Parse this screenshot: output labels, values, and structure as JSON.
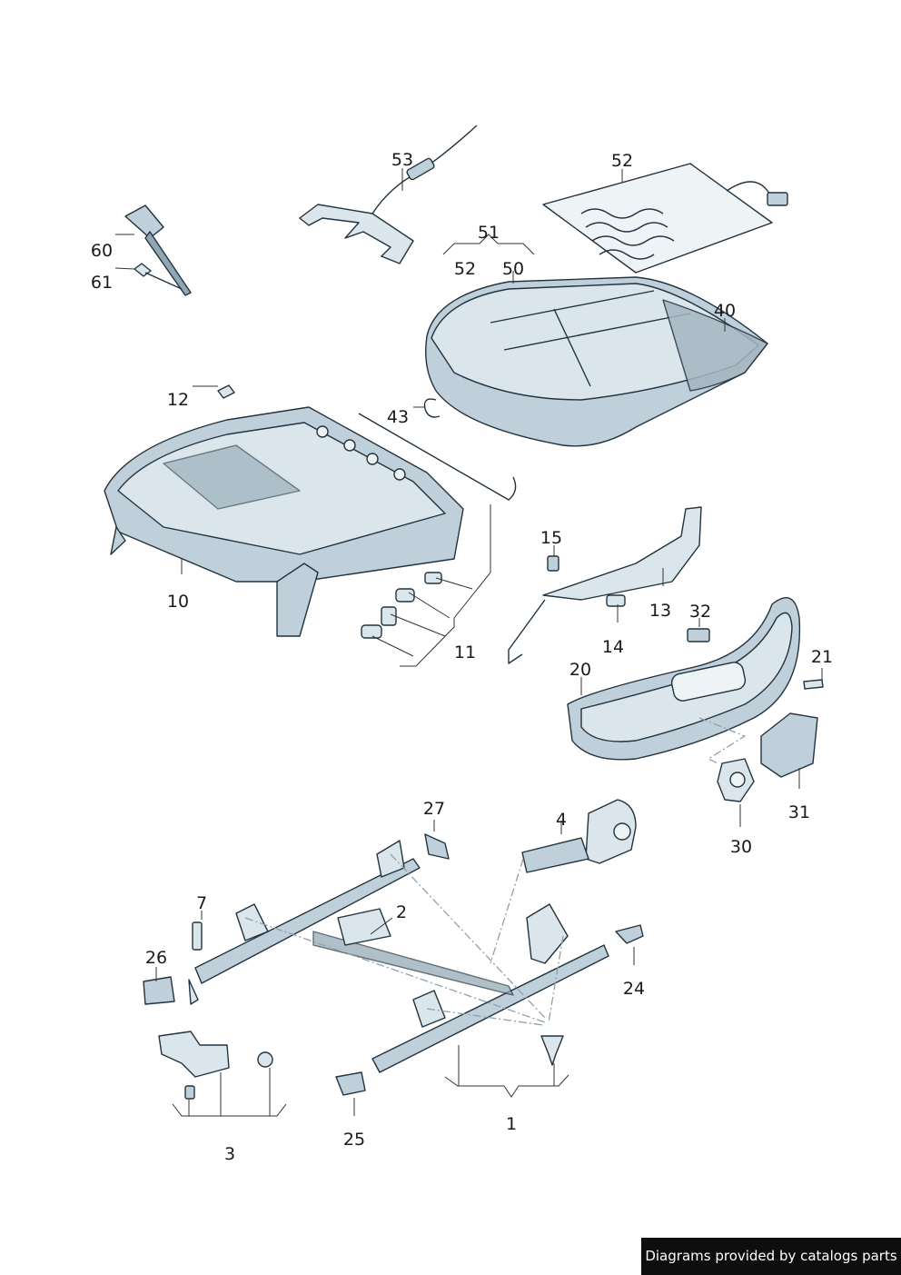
{
  "callouts": {
    "c1": "1",
    "c2": "2",
    "c3": "3",
    "c4": "4",
    "c7": "7",
    "c10": "10",
    "c11": "11",
    "c12": "12",
    "c13": "13",
    "c14": "14",
    "c15": "15",
    "c20": "20",
    "c21": "21",
    "c24": "24",
    "c25": "25",
    "c26": "26",
    "c27": "27",
    "c30": "30",
    "c31": "31",
    "c32": "32",
    "c40": "40",
    "c43": "43",
    "c50": "50",
    "c51": "51",
    "c52a": "52",
    "c52b": "52",
    "c53": "53",
    "c60": "60",
    "c61": "61"
  },
  "footer": {
    "text": "Diagrams provided by catalogs parts"
  },
  "colors": {
    "part_light": "#dbe6ec",
    "part_mid": "#bfd0da",
    "part_dark": "#8fa6b3",
    "outline": "#22323f",
    "footer_bg": "#0e0e0e"
  }
}
